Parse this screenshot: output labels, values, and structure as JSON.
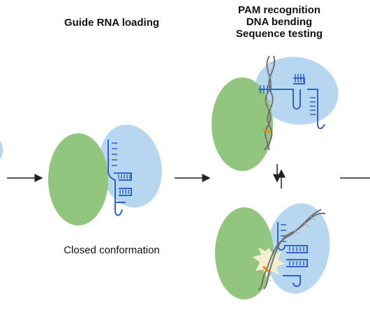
{
  "labels": {
    "step1_title": "Guide RNA loading",
    "step2_line1": "PAM recognition",
    "step2_line2": "DNA bending",
    "step2_line3": "Sequence testing",
    "closed": "Closed conformation"
  },
  "colors": {
    "green_lobe": "#92c57e",
    "blue_lobe": "#b7d6f0",
    "rna": "#2f63c7",
    "dna_strand": "#6f6f6f",
    "dna_rungs": "#b0b0b0",
    "pam": "#e08a1e",
    "arrow": "#222222",
    "burst": "#f2f0cc"
  },
  "icons": [
    "right-arrow-icon",
    "bidirectional-arrow-icon",
    "dna-helix-icon",
    "guide-rna-icon",
    "contact-burst-icon"
  ]
}
